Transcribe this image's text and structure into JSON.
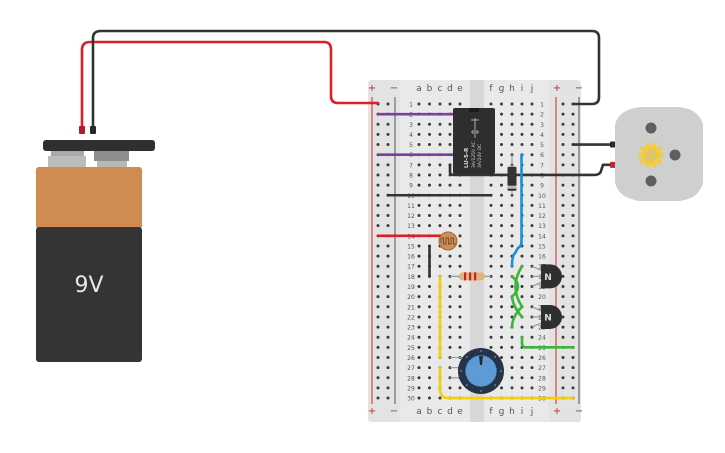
{
  "battery": {
    "label": "9V",
    "colors": {
      "body": "#343434",
      "band": "#cf8b50",
      "cap": "#2f2f2f"
    }
  },
  "breadboard": {
    "rows": 30,
    "left_columns": [
      "a",
      "b",
      "c",
      "d",
      "e"
    ],
    "right_columns": [
      "f",
      "g",
      "h",
      "i",
      "j"
    ],
    "rail_plus_label": "+",
    "rail_minus_label": "−",
    "colors": {
      "board": "#e6e6e6",
      "hole": "#3a3a3a",
      "rail_plus": "#c8242a",
      "rail_minus": "#555555",
      "text": "#555555"
    }
  },
  "relay": {
    "model": "LU-5-R",
    "rating_ac": "3A/125V AC",
    "rating_dc": "3A/24V DC"
  },
  "transistors": [
    {
      "marking": "N"
    },
    {
      "marking": "N"
    }
  ],
  "motor": {
    "icon": "gear-icon",
    "gear_color": "#f2cc3a"
  },
  "photoresistor": {
    "name": "photoresistor"
  },
  "resistor": {
    "bands": [
      "#c8242a",
      "#c8242a",
      "#c8242a"
    ]
  },
  "potentiometer": {
    "name": "potentiometer"
  },
  "diode": {
    "name": "diode"
  },
  "wire_colors": {
    "red": "#d92027",
    "black": "#333333",
    "purple": "#7b3fa0",
    "blue": "#1a8fd6",
    "yellow": "#f5d000",
    "green": "#3cb53a"
  }
}
